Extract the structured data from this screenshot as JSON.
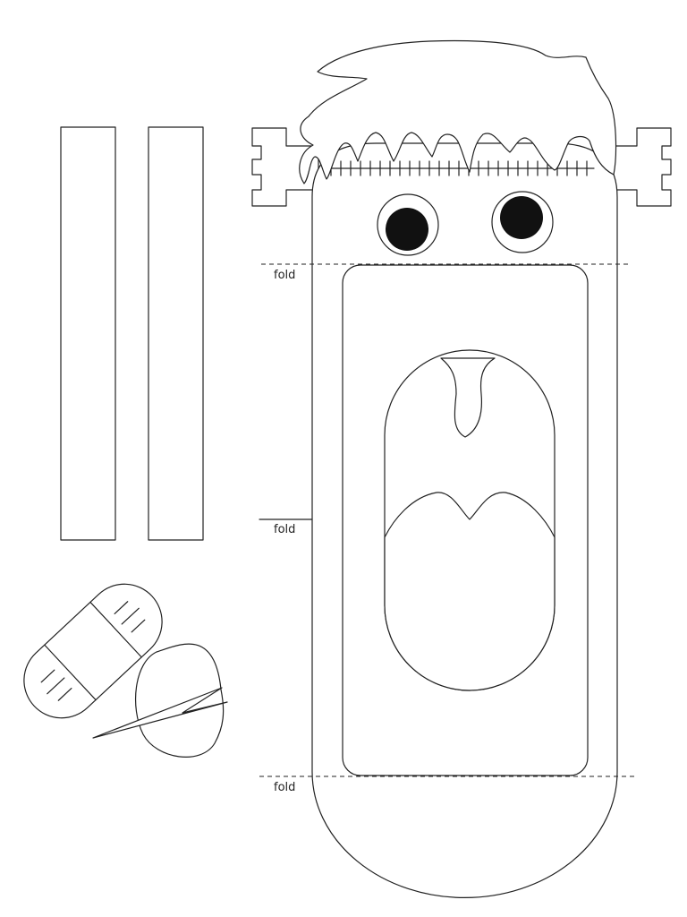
{
  "fold_labels": [
    "fold",
    "fold",
    "fold"
  ],
  "colors": {
    "line": "#222222",
    "pupil": "#111111",
    "paper": "#ffffff"
  },
  "pieces": {
    "strips": [
      "strip-left",
      "strip-right"
    ],
    "bandage": "bandage",
    "mouth_insert": "torn-paper-piece",
    "puppet": "frankenstein-puppet"
  }
}
